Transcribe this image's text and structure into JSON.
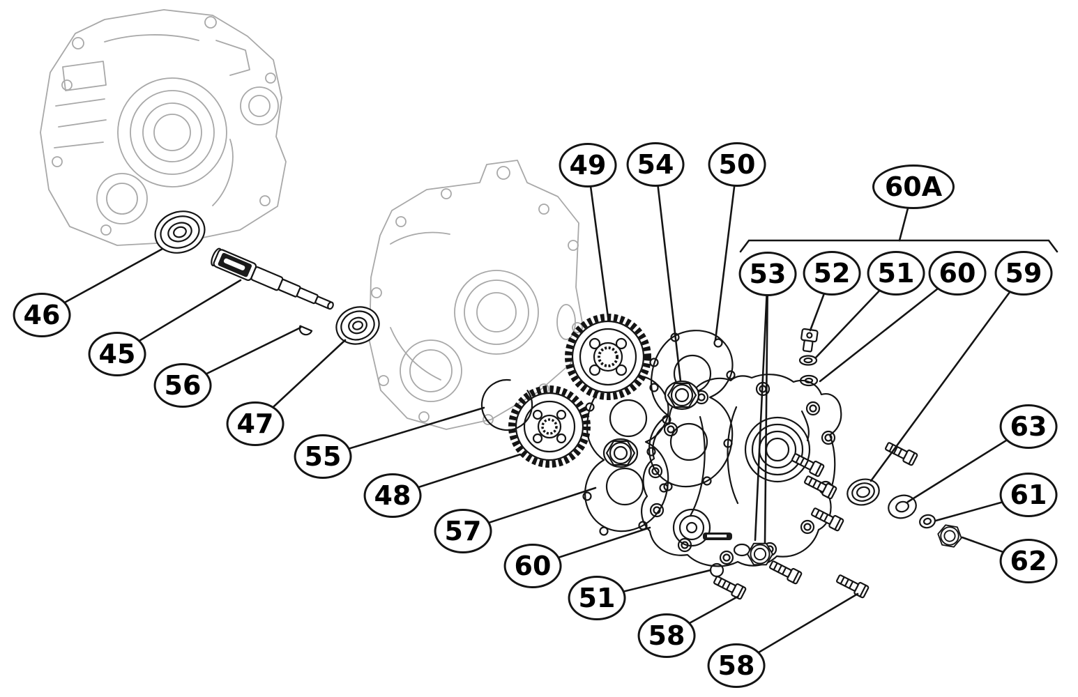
{
  "diagram": {
    "colors": {
      "ink": "#141414",
      "casting": "#a8a8a8",
      "background": "#ffffff"
    },
    "callouts": [
      {
        "label": "46"
      },
      {
        "label": "45"
      },
      {
        "label": "56"
      },
      {
        "label": "47"
      },
      {
        "label": "55"
      },
      {
        "label": "48"
      },
      {
        "label": "57"
      },
      {
        "label": "60"
      },
      {
        "label": "51"
      },
      {
        "label": "58"
      },
      {
        "label": "58"
      },
      {
        "label": "49"
      },
      {
        "label": "54"
      },
      {
        "label": "50"
      },
      {
        "label": "60A"
      },
      {
        "label": "53"
      },
      {
        "label": "52"
      },
      {
        "label": "51"
      },
      {
        "label": "60"
      },
      {
        "label": "59"
      },
      {
        "label": "63"
      },
      {
        "label": "61"
      },
      {
        "label": "62"
      }
    ]
  }
}
